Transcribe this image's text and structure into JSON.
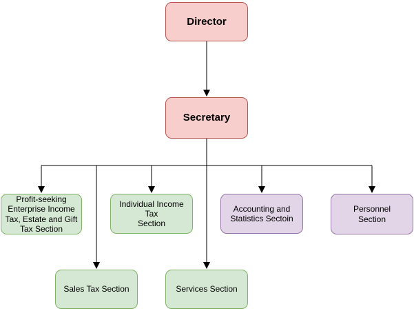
{
  "diagram": {
    "type": "org-chart",
    "nodes": {
      "director": {
        "label": "Director",
        "lines": [
          "Director"
        ],
        "category": "executive"
      },
      "secretary": {
        "label": "Secretary",
        "lines": [
          "Secretary"
        ],
        "category": "executive"
      },
      "profit_seeking": {
        "label": "Profit-seeking Enterprise Income Tax, Estate and Gift Tax Section",
        "lines": [
          "Profit-seeking",
          "Enterprise Income",
          "Tax, Estate and Gift",
          "Tax Section"
        ],
        "category": "tax"
      },
      "individual_income": {
        "label": "Individual Income Tax Section",
        "lines": [
          "Individual Income Tax",
          "Section"
        ],
        "category": "tax"
      },
      "accounting": {
        "label": "Accounting and Statistics Sectoin",
        "lines": [
          "Accounting and",
          "Statistics Sectoin"
        ],
        "category": "admin"
      },
      "personnel": {
        "label": "Personnel Section",
        "lines": [
          "Personnel",
          "Section"
        ],
        "category": "admin"
      },
      "sales_tax": {
        "label": "Sales Tax Section",
        "lines": [
          "Sales Tax Section"
        ],
        "category": "tax"
      },
      "services": {
        "label": "Services Section",
        "lines": [
          "Services Section"
        ],
        "category": "tax"
      }
    },
    "edges": [
      {
        "from": "Director",
        "to": "Secretary"
      },
      {
        "from": "Secretary",
        "to": "Profit-seeking Enterprise Income Tax, Estate and Gift Tax Section"
      },
      {
        "from": "Secretary",
        "to": "Sales Tax Section"
      },
      {
        "from": "Secretary",
        "to": "Individual Income Tax Section"
      },
      {
        "from": "Secretary",
        "to": "Services Section"
      },
      {
        "from": "Secretary",
        "to": "Accounting and Statistics Sectoin"
      },
      {
        "from": "Secretary",
        "to": "Personnel Section"
      }
    ],
    "colors": {
      "executive_fill": "#f8cecc",
      "executive_stroke": "#b85450",
      "tax_fill": "#d5e8d4",
      "tax_stroke": "#82b366",
      "admin_fill": "#e1d5e7",
      "admin_stroke": "#9673a6",
      "connector": "#000000",
      "text": "#000000",
      "background": "#ffffff"
    }
  }
}
